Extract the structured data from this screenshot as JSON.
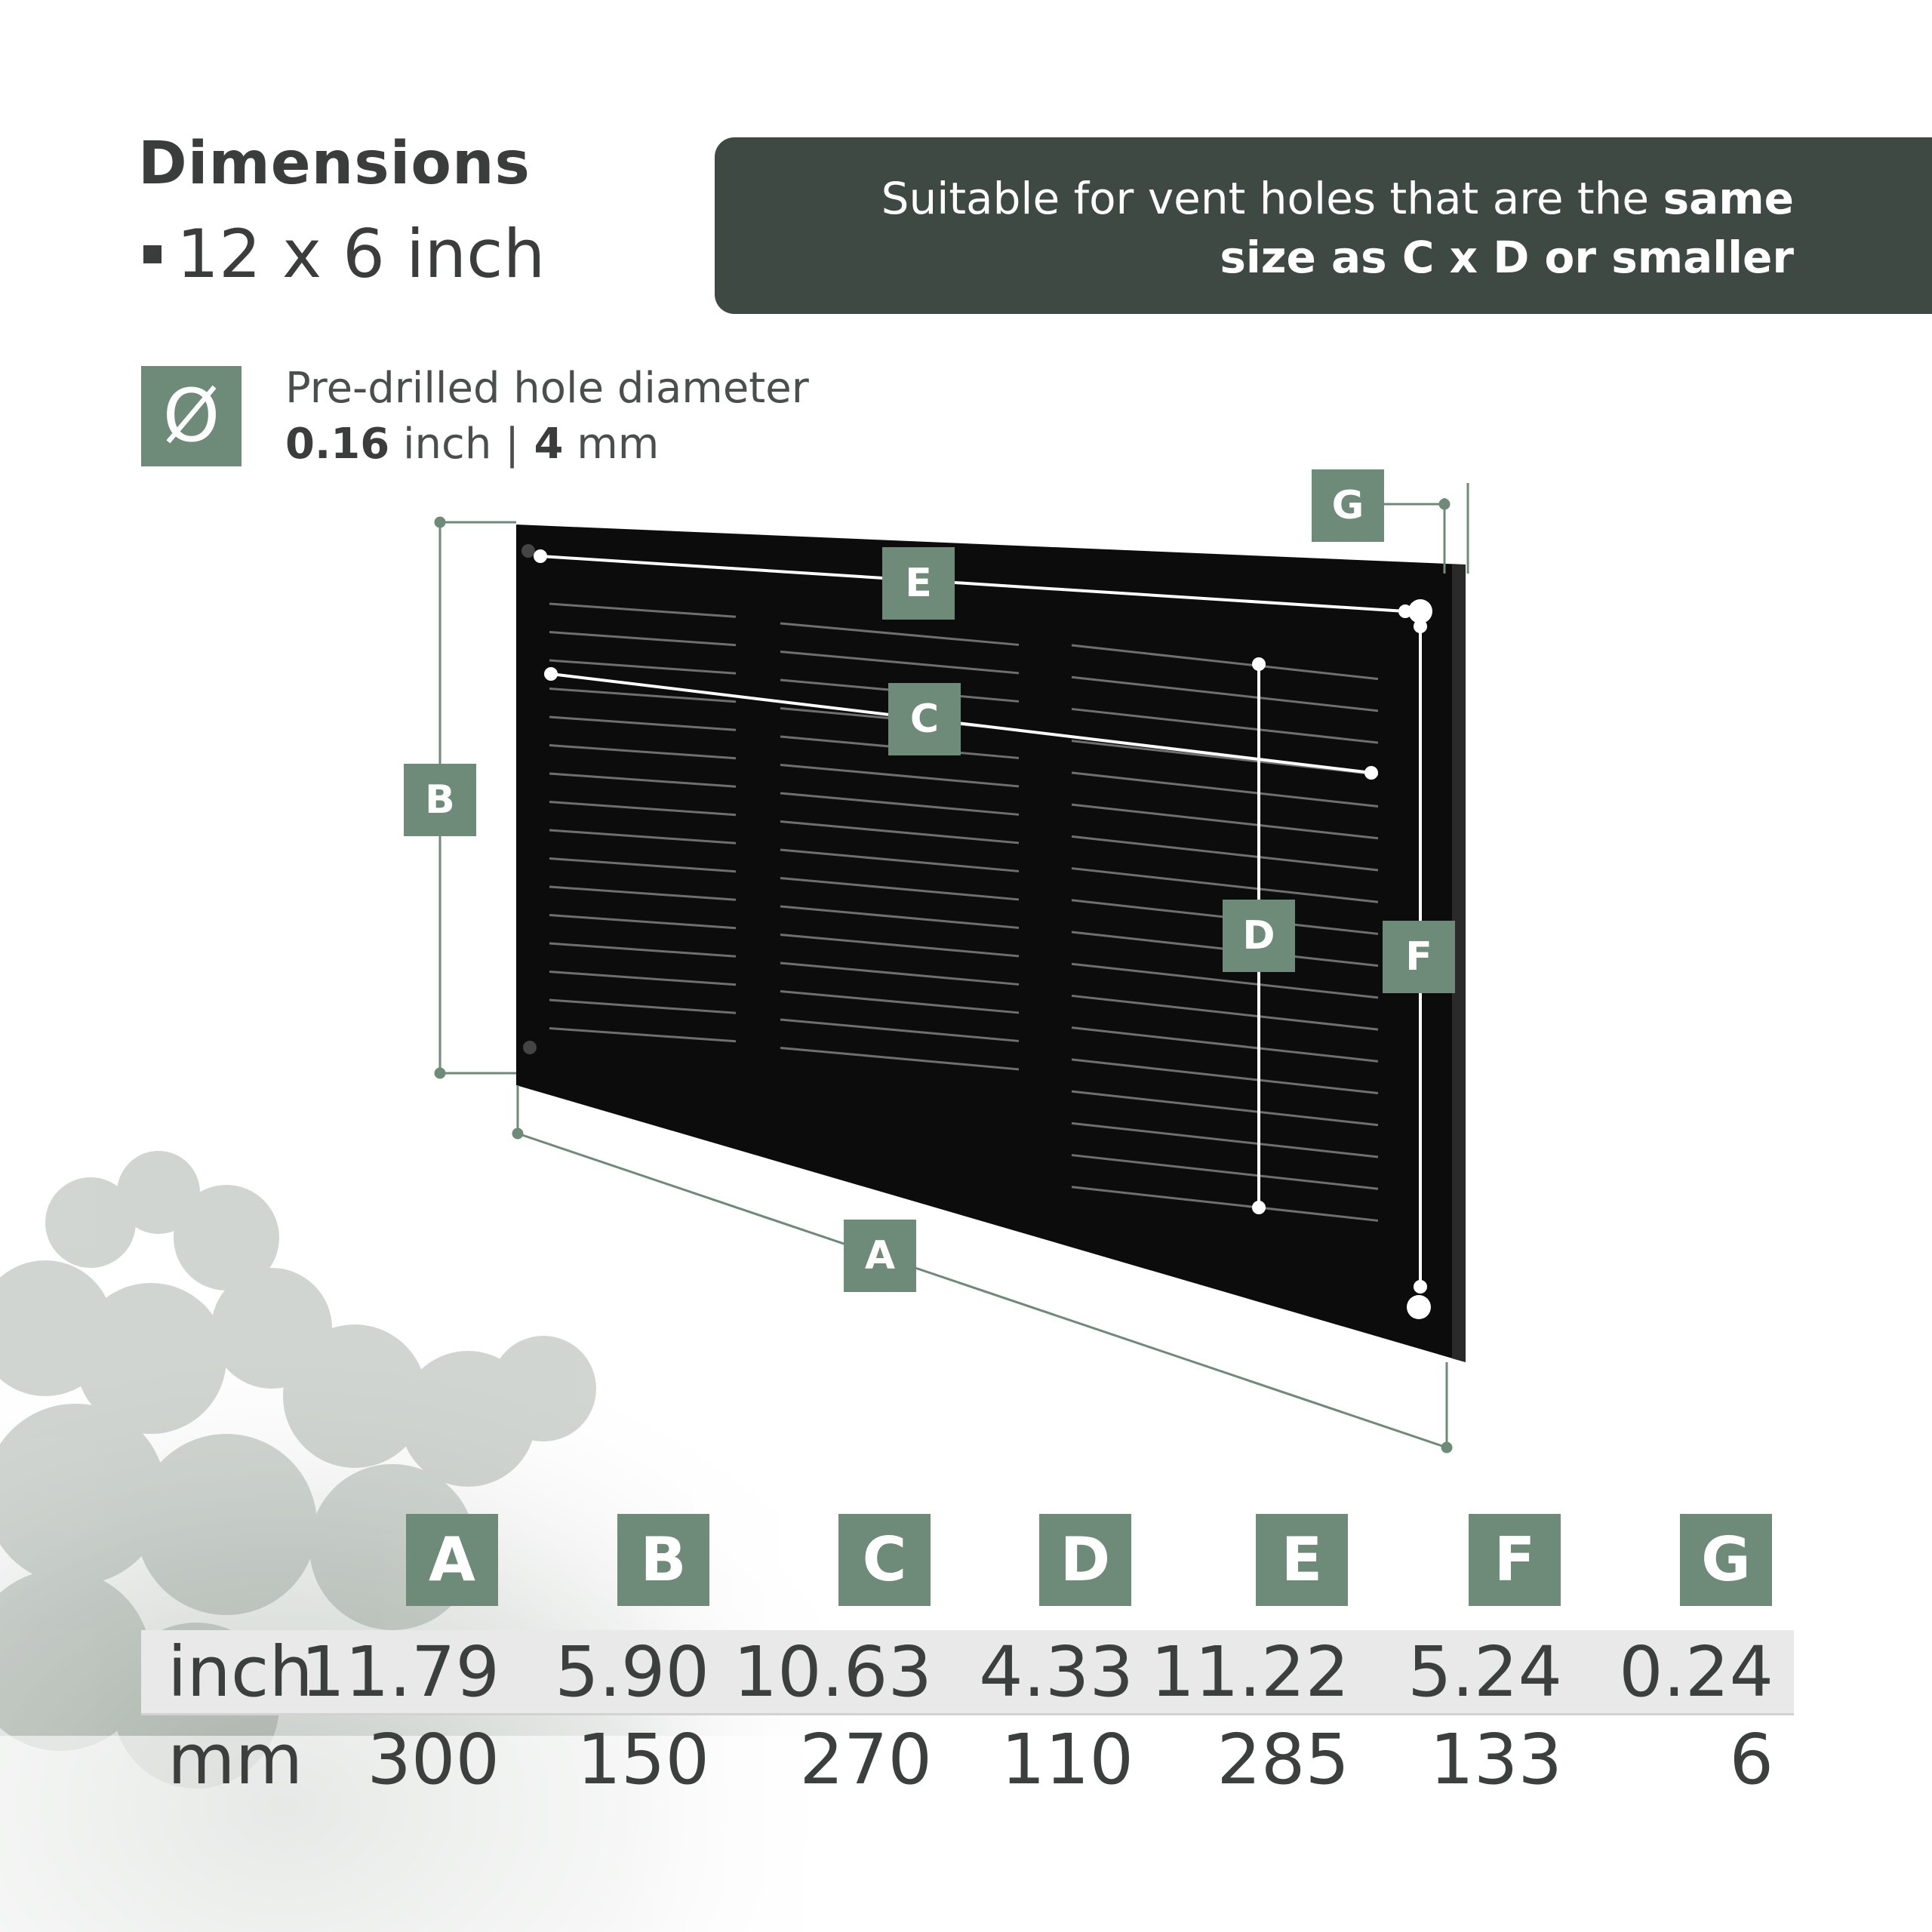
{
  "header": {
    "title": "Dimensions",
    "size": "12 x 6 inch"
  },
  "banner": {
    "text_regular": "Suitable for vent holes that are the ",
    "text_bold": "same size as C x D or smaller"
  },
  "hole": {
    "symbol": "Ø",
    "label": "Pre-drilled hole diameter",
    "inch_value": "0.16",
    "inch_unit": " inch ",
    "separator": "|",
    "mm_value": " 4",
    "mm_unit": " mm"
  },
  "diagram_labels": {
    "A": "A",
    "B": "B",
    "C": "C",
    "D": "D",
    "E": "E",
    "F": "F",
    "G": "G"
  },
  "table": {
    "columns": [
      "A",
      "B",
      "C",
      "D",
      "E",
      "F",
      "G"
    ],
    "rows": [
      {
        "unit": "inch",
        "values": [
          "11.79",
          "5.90",
          "10.63",
          "4.33",
          "11.22",
          "5.24",
          "0.24"
        ]
      },
      {
        "unit": "mm",
        "values": [
          "300",
          "150",
          "270",
          "110",
          "285",
          "133",
          "6"
        ]
      }
    ]
  },
  "colors": {
    "accent_green": "#6e8a78",
    "banner_dark": "#3f4943",
    "text_dark": "#3a3d3b",
    "vent_black": "#0c0c0c"
  }
}
